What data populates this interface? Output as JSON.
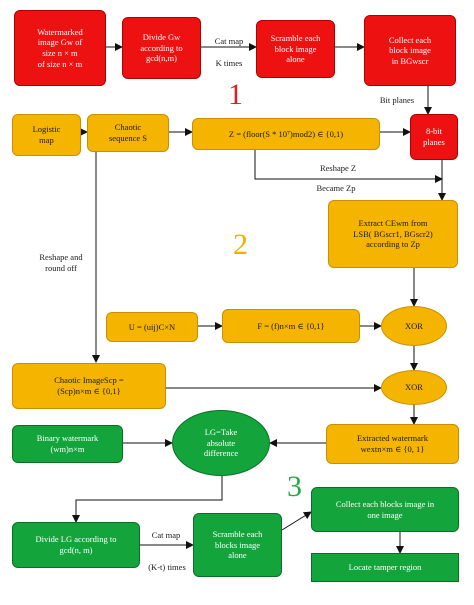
{
  "nodes": {
    "watermarked": "Watermarked\nimage   Gw    of\nsize n × m\nof size n × m",
    "divide_gw": "Divide Gw\naccording to\ngcd(n,m)",
    "scramble_block": "Scramble each\nblock image\nalone",
    "collect_block": "Collect each\nblock image\nin BGwscr",
    "logistic": "Logistic\nmap",
    "chaotic_seq": "Chaotic\nsequence  S",
    "z_formula": "Z = (floor(S * 10⁷)mod2) ∈ {0,1)",
    "bitplanes": "8-bit\nplanes",
    "extract_cewm": "Extract CEwm  from\nLSB( BGscr1, BGscr2)\naccording to Zp",
    "u_matrix": "U = (uij)C×N",
    "f_matrix": "F = (f)n×m ∈ {0,1}",
    "xor1": "XOR",
    "chaotic_image": "Chaotic ImageScp =\n(Scp)n×m ∈ {0,1}",
    "xor2": "XOR",
    "binary_wm": "Binary     watermark\n(wm)n×m",
    "lg_diff": "LG=Take\nabsolute\ndifference",
    "extracted_wm": "Extracted watermark\nwextn×m ∈ {0, 1}",
    "divide_lg": "Divide LG according to\ngcd(n, m)",
    "scramble_blocks": "Scramble each\nblocks image\nalone",
    "collect_blocks": "Collect each blocks image in\none image",
    "locate": "Locate tamper region"
  },
  "labels": {
    "cat_map_top": "Cat map",
    "k_times": "K times",
    "bit_planes": "Bit planes",
    "reshape_z": "Reshape Z",
    "became_zp": "Became Zp",
    "reshape_round": "Reshape and\nround off",
    "cat_map_bottom": "Cat map",
    "kt_times": "(K-t) times"
  },
  "section_numbers": {
    "one": "1",
    "two": "2",
    "three": "3"
  },
  "colors": {
    "red": "#ee1111",
    "orange": "#f5b400",
    "green": "#13a53c",
    "number_red": "#e02020",
    "number_orange": "#f0b000",
    "number_green": "#22aa44"
  }
}
